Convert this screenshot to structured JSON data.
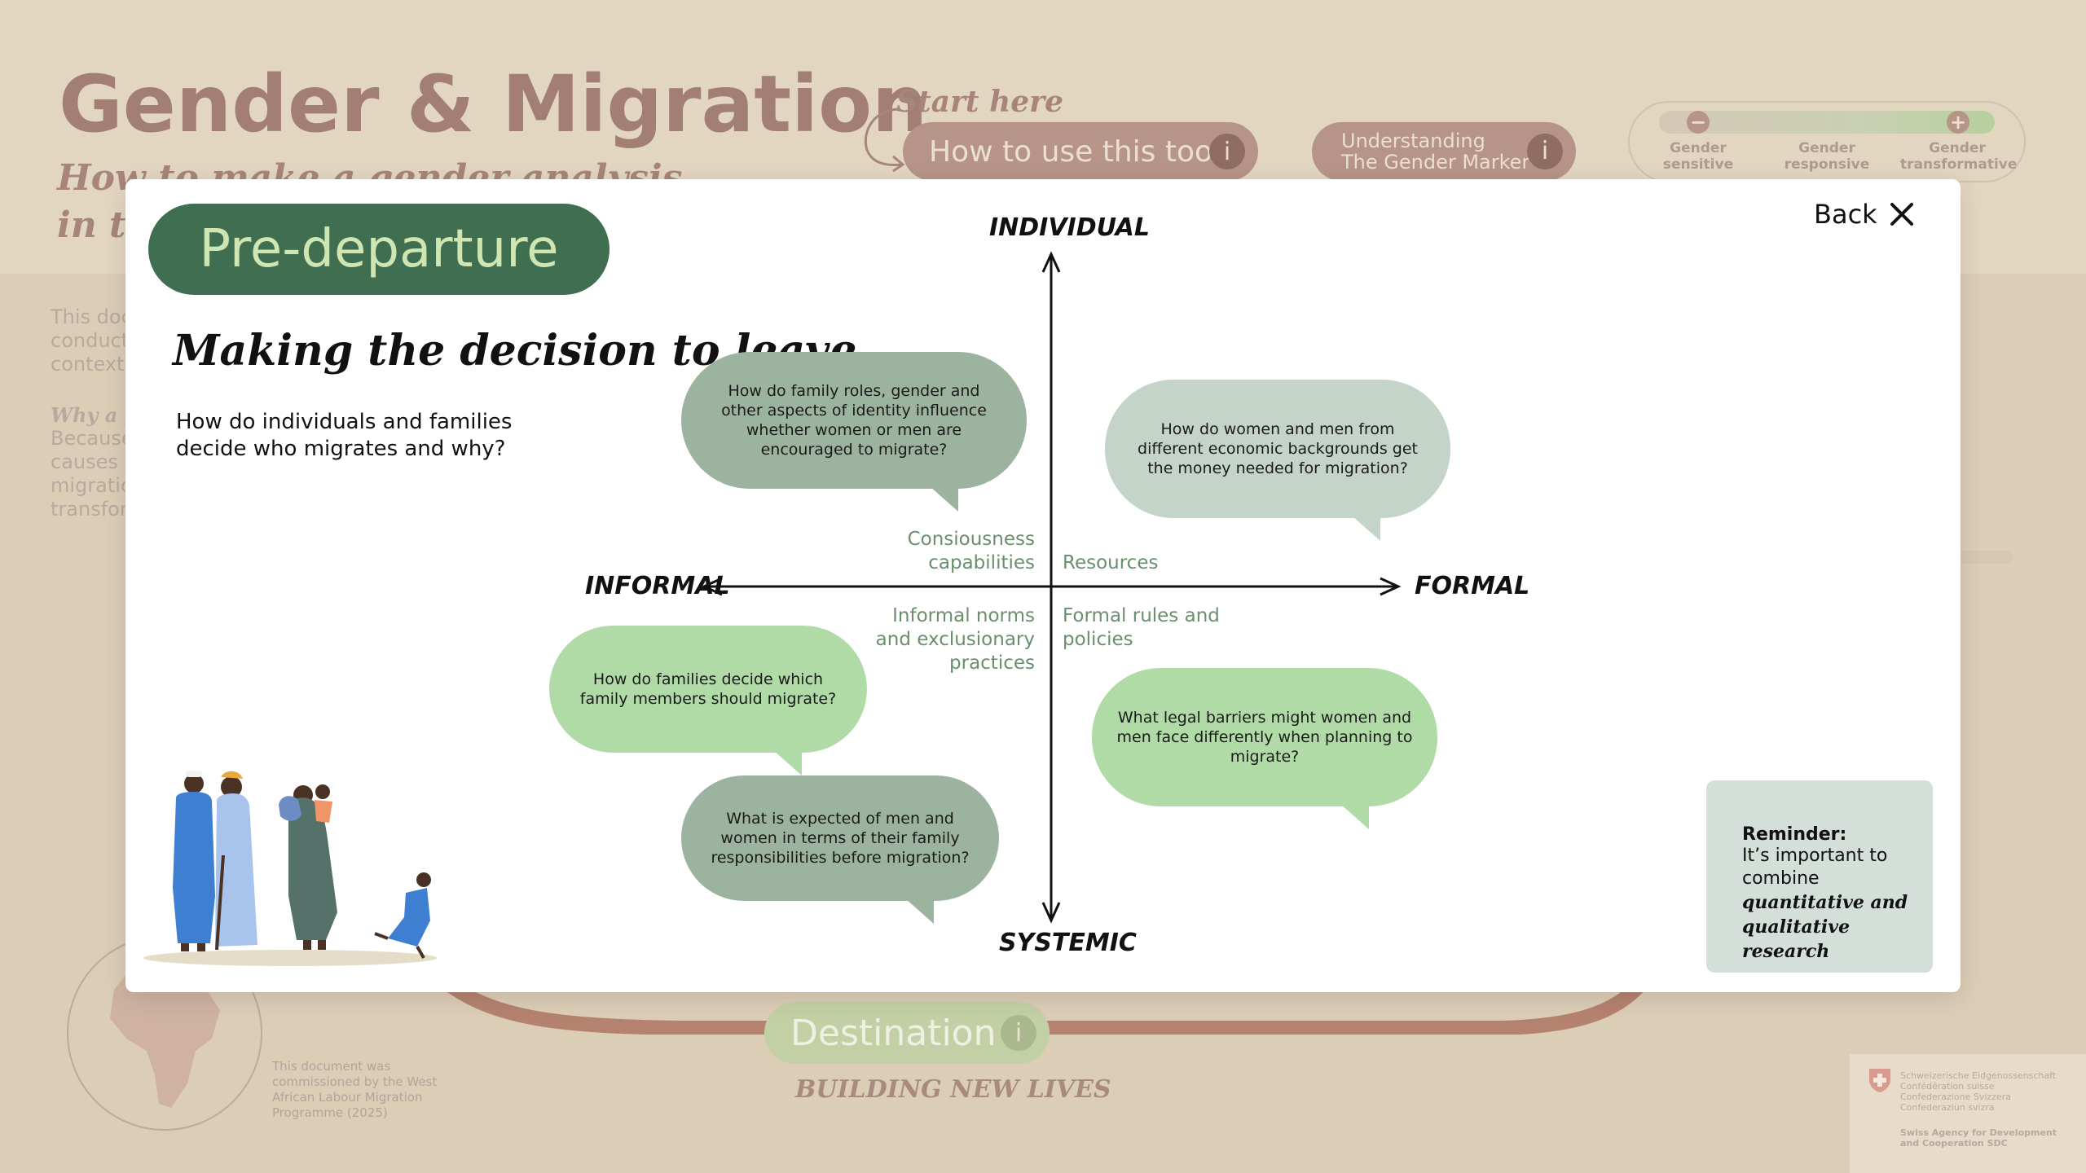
{
  "background": {
    "title": "Gender & Migration",
    "subtitle_line1": "How to make a gender analysis",
    "subtitle_line2": "in th",
    "start_here": "Start here",
    "how_to_button": "How to use this tool",
    "marker_button_line1": "Understanding",
    "marker_button_line2": "The Gender Marker",
    "info_glyph": "i",
    "scale": {
      "labels": [
        [
          "Gender",
          "sensitive"
        ],
        [
          "Gender",
          "responsive"
        ],
        [
          "Gender",
          "transformative"
        ]
      ],
      "minus_glyph": "−",
      "plus_glyph": "+"
    },
    "body_lines": [
      "This doc",
      "conduct",
      "context"
    ],
    "why_line": "Why a g",
    "body2_lines": [
      "Because",
      "causes c",
      "migratic",
      "transfor"
    ],
    "destination_button": "Destination",
    "destination_sub": "BUILDING NEW LIVES",
    "commission_lines": [
      "This document was",
      "commissioned by the West",
      "African Labour Migration",
      "Programme (2025)"
    ],
    "sdc_lines": [
      "Schweizerische Eidgenossenschaft",
      "Confédération suisse",
      "Confederazione Svizzera",
      "Confederaziun svizra"
    ],
    "sdc_agency": [
      "Swiss Agency for Development",
      "and Cooperation SDC"
    ]
  },
  "modal": {
    "stage": "Pre-departure",
    "heading": "Making the decision to leave",
    "question_line1": "How do individuals and families",
    "question_line2": "decide who migrates and why?",
    "back_label": "Back",
    "axes": {
      "top": "INDIVIDUAL",
      "bottom": "SYSTEMIC",
      "left": "INFORMAL",
      "right": "FORMAL"
    },
    "quadrants": {
      "top_left": [
        "Consiousness",
        "capabilities"
      ],
      "top_right": [
        "Resources"
      ],
      "bottom_left": [
        "Informal norms",
        "and exclusionary",
        "practices"
      ],
      "bottom_right": [
        "Formal rules and",
        "policies"
      ]
    },
    "bubbles": [
      "How do family roles, gender and other aspects of identity influence whether women or men are encouraged to migrate?",
      "How do women and men from different economic backgrounds get the money needed for migration?",
      "How do families decide which family members should migrate?",
      "What legal barriers might women and men face differently when planning to migrate?",
      "What is expected of men and women in terms of their family responsibilities before migration?"
    ],
    "reminder": {
      "title": "Reminder:",
      "body": [
        "It’s important to",
        "combine"
      ],
      "emphasis": [
        "quantitative and",
        "qualitative research"
      ]
    }
  },
  "colors": {
    "accent_dark_green": "#3f6e50",
    "bubble_sage": "#9cb49f",
    "bubble_light": "#c4d4c8",
    "bubble_green": "#b1dba6",
    "background": "#e3d6c1"
  }
}
